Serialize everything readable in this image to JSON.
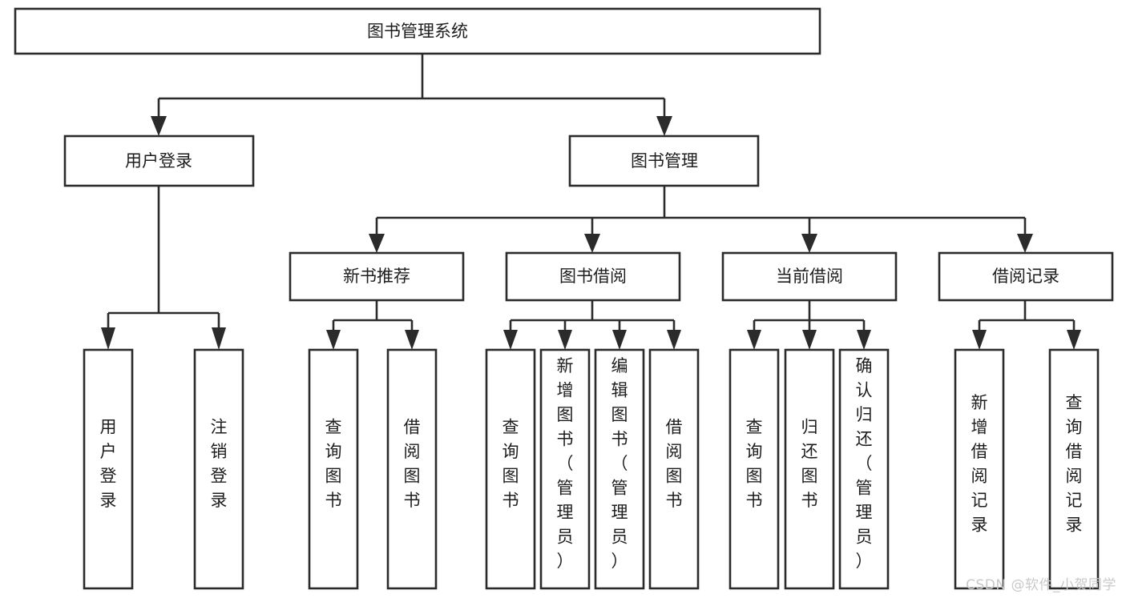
{
  "diagram": {
    "title": "图书管理系统",
    "watermark": "CSDN @软件_小贺同学",
    "colors": {
      "stroke": "#2b2b2b",
      "fill": "#ffffff",
      "text": "#1d1d1d",
      "watermark": "#c9c9c9",
      "background": "#ffffff"
    },
    "root": {
      "label": "图书管理系统"
    },
    "level2": [
      {
        "label": "用户登录"
      },
      {
        "label": "图书管理"
      }
    ],
    "level3": [
      {
        "label": "新书推荐"
      },
      {
        "label": "图书借阅"
      },
      {
        "label": "当前借阅"
      },
      {
        "label": "借阅记录"
      }
    ],
    "leaves": {
      "user_login": [
        {
          "label": "用户登录"
        },
        {
          "label": "注销登录"
        }
      ],
      "new_book_recommend": [
        {
          "label": "查询图书"
        },
        {
          "label": "借阅图书"
        }
      ],
      "book_borrow": [
        {
          "label": "查询图书"
        },
        {
          "label": "新增图书（管理员）"
        },
        {
          "label": "编辑图书（管理员）"
        },
        {
          "label": "借阅图书"
        }
      ],
      "current_borrow": [
        {
          "label": "查询图书"
        },
        {
          "label": "归还图书"
        },
        {
          "label": "确认归还（管理员）"
        }
      ],
      "borrow_record": [
        {
          "label": "新增借阅记录"
        },
        {
          "label": "查询借阅记录"
        }
      ]
    }
  }
}
